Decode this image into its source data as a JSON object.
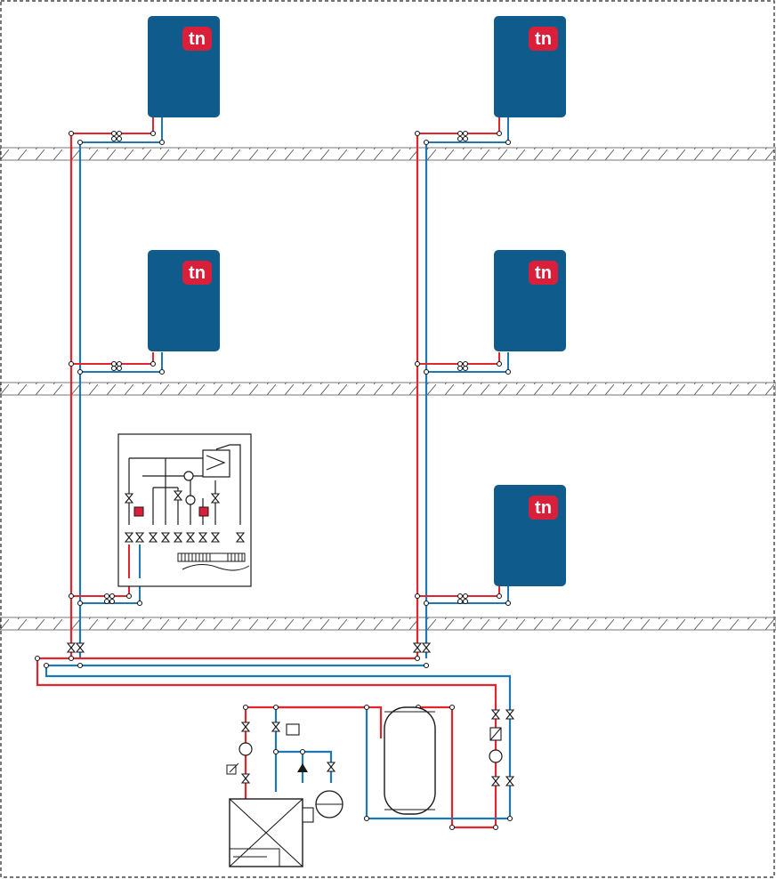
{
  "diagram": {
    "title": "",
    "logo_text": "tn",
    "units": [
      {
        "id": "unit-floor3-left",
        "logo": "tn"
      },
      {
        "id": "unit-floor3-right",
        "logo": "tn"
      },
      {
        "id": "unit-floor2-left",
        "logo": "tn"
      },
      {
        "id": "unit-floor2-right",
        "logo": "tn"
      },
      {
        "id": "unit-floor1-right",
        "logo": "tn"
      }
    ],
    "colors": {
      "supply_red": "#e3262d",
      "return_blue": "#1f78b4",
      "unit_blue": "#0f5c8c",
      "logo_red": "#d91f3a",
      "line_black": "#1a1a1a",
      "slab_gray": "#9a9a9a"
    },
    "icons": [
      "valve-icon",
      "pump-icon",
      "tank-icon",
      "boiler-icon",
      "expansion-vessel-icon",
      "heat-exchanger-icon",
      "safety-valve-icon",
      "check-valve-icon"
    ]
  }
}
